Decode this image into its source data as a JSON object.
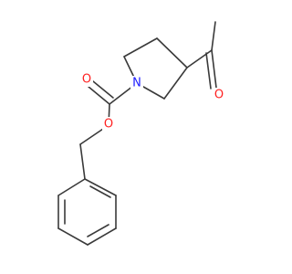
{
  "molecule": {
    "atoms": [
      {
        "symbol": "N",
        "color": "#1c1cff"
      },
      {
        "symbol": "O",
        "color": "#ff2020"
      },
      {
        "symbol": "O",
        "color": "#ff2020"
      },
      {
        "symbol": "O",
        "color": "#ff2020"
      }
    ]
  }
}
